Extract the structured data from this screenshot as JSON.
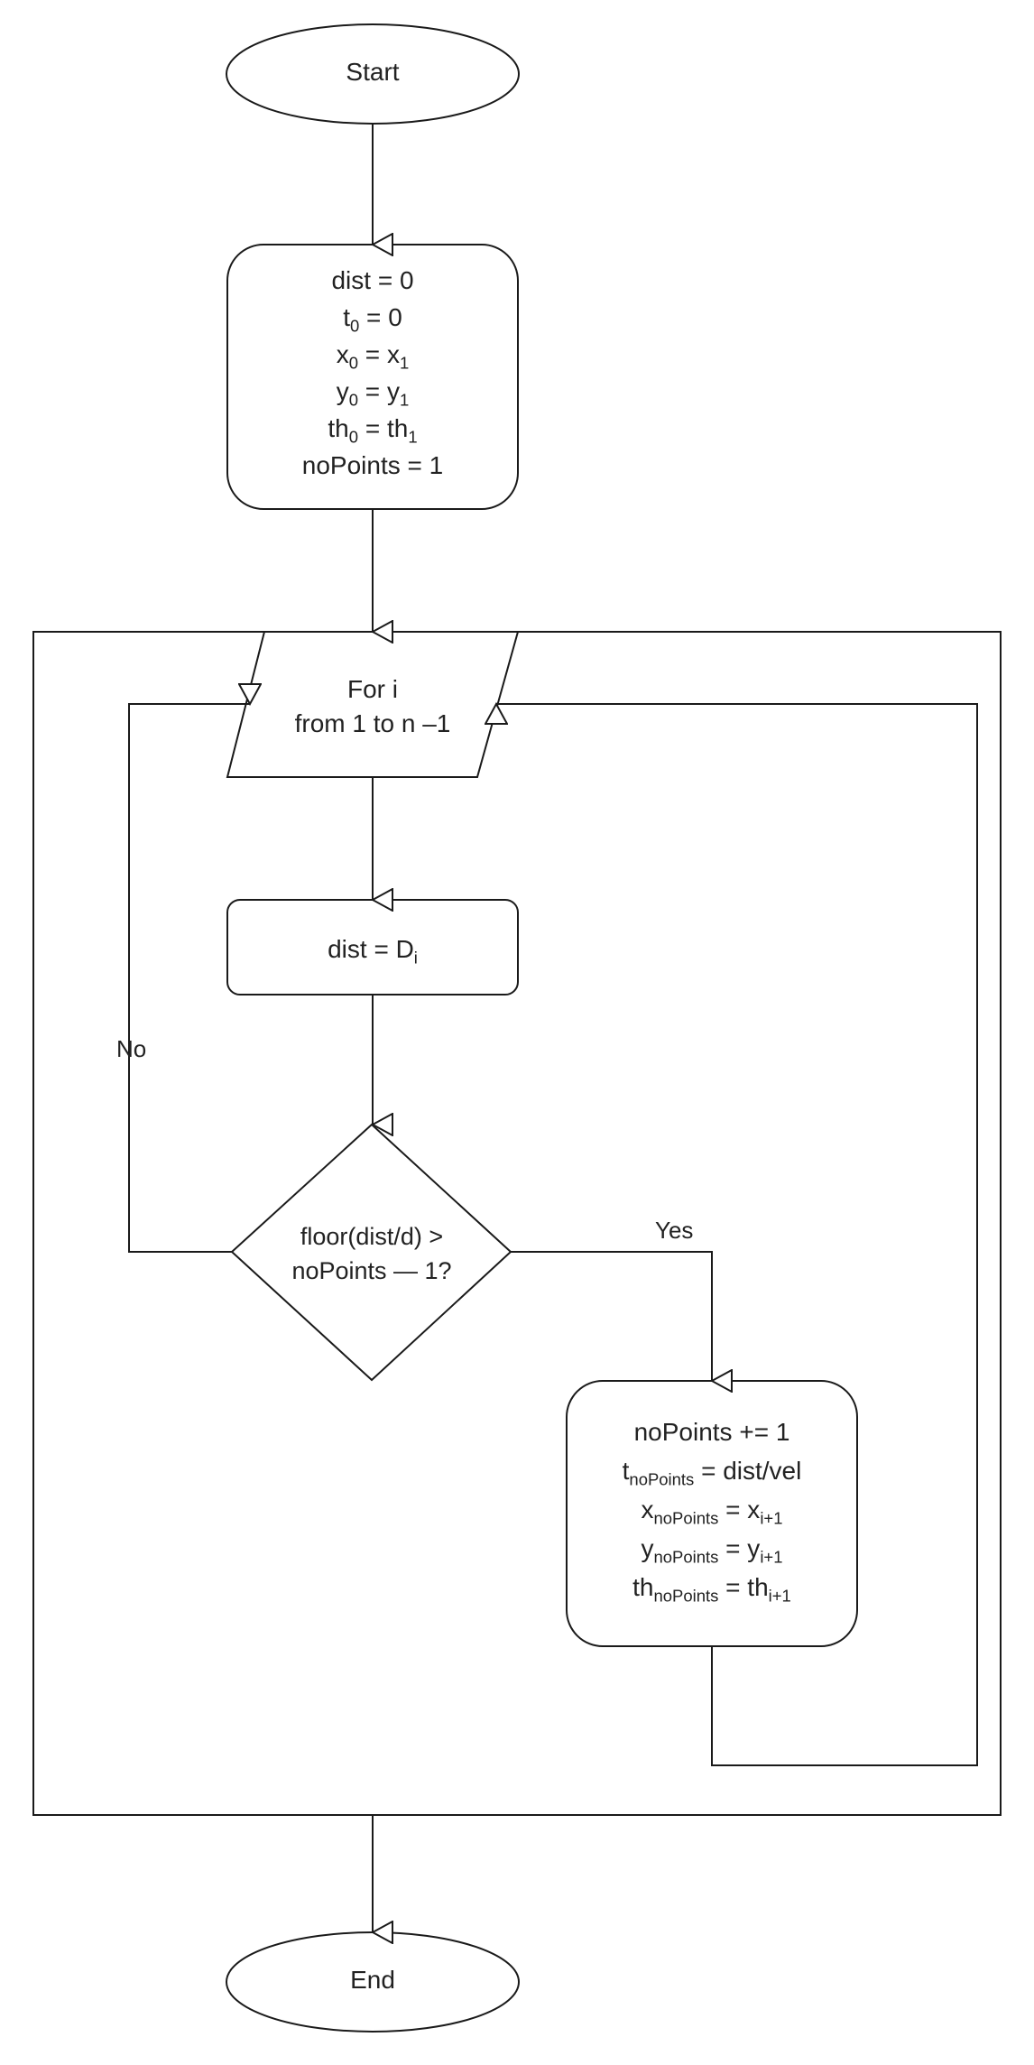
{
  "nodes": {
    "start": {
      "label": "Start"
    },
    "init": {
      "lines": [
        {
          "base": "dist = 0"
        },
        {
          "base": "t",
          "sub": "0",
          "rest": " = 0"
        },
        {
          "base": "x",
          "sub": "0",
          "rest": " = x",
          "sub2": "1"
        },
        {
          "base": "y",
          "sub": "0",
          "rest": " = y",
          "sub2": "1"
        },
        {
          "base": "th",
          "sub": "0",
          "rest": " = th",
          "sub2": "1"
        },
        {
          "base": "noPoints = 1"
        }
      ]
    },
    "loop": {
      "line1": "For i",
      "line2": "from 1 to n –1"
    },
    "assign": {
      "base": "dist = D",
      "sub": "i"
    },
    "decision": {
      "line1": "floor(dist/d) >",
      "line2": "noPoints — 1?"
    },
    "update": {
      "lines": [
        {
          "base": "noPoints += 1"
        },
        {
          "base": "t",
          "sub": "noPoints",
          "rest": " = dist/vel"
        },
        {
          "base": "x",
          "sub": "noPoints",
          "rest": " = x",
          "sub2": "i+1"
        },
        {
          "base": "y",
          "sub": "noPoints",
          "rest": " = y",
          "sub2": "i+1"
        },
        {
          "base": "th",
          "sub": "noPoints",
          "rest": " = th",
          "sub2": "i+1"
        }
      ]
    },
    "end": {
      "label": "End"
    }
  },
  "edges": {
    "no_label": "No",
    "yes_label": "Yes"
  },
  "colors": {
    "stroke": "#1a1a1a",
    "text": "#222222",
    "fill": "#ffffff"
  }
}
